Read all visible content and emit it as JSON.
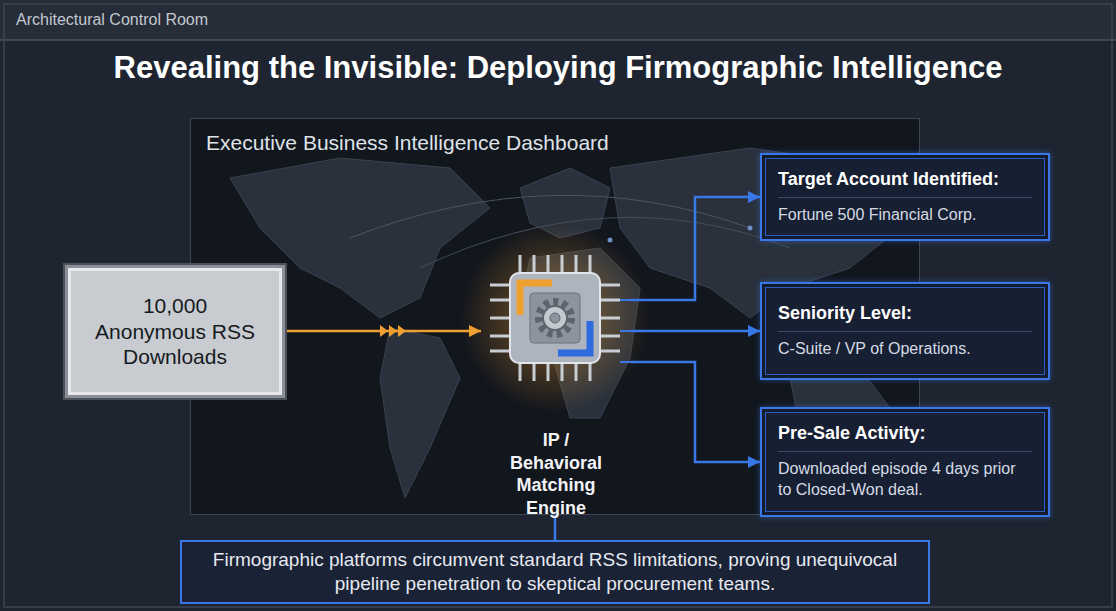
{
  "diagram": {
    "title": "Revealing the Invisible: Deploying Firmographic Intelligence",
    "nodes": [
      {
        "text": [
          "Executive Business Intelligence Dashboard"
        ]
      },
      {
        "text": [
          "10,000 Anonymous RSS Downloads"
        ]
      },
      {
        "text": [
          "IP / Behavioral Matching Engine"
        ],
        "in": 0
      },
      {
        "text": [
          "Target Account Identified:",
          "Fortune 500 Financial Corp."
        ]
      },
      {
        "text": [
          "Seniority Level:",
          "C-Suite / VP of Operations."
        ]
      },
      {
        "text": [
          "Pre-Sale Activity:",
          "Downloaded episode 4 days prior to Closed-Won deal."
        ]
      },
      {
        "text": [
          "Firmographic platforms circumvent standard RSS limitations, proving unequivocal pipeline penetration to skeptical procurement teams."
        ]
      }
    ],
    "edges": [
      {
        "from": 1,
        "to": 2,
        "arrow": "to"
      },
      {
        "from": 2,
        "to": 3,
        "arrow": "to"
      },
      {
        "from": 2,
        "to": 4,
        "arrow": "to"
      },
      {
        "from": 2,
        "to": 5,
        "arrow": "to"
      },
      {
        "from": 0,
        "to": 6,
        "arrow": "none"
      }
    ],
    "labels": [
      "Architectural Control Room"
    ]
  }
}
